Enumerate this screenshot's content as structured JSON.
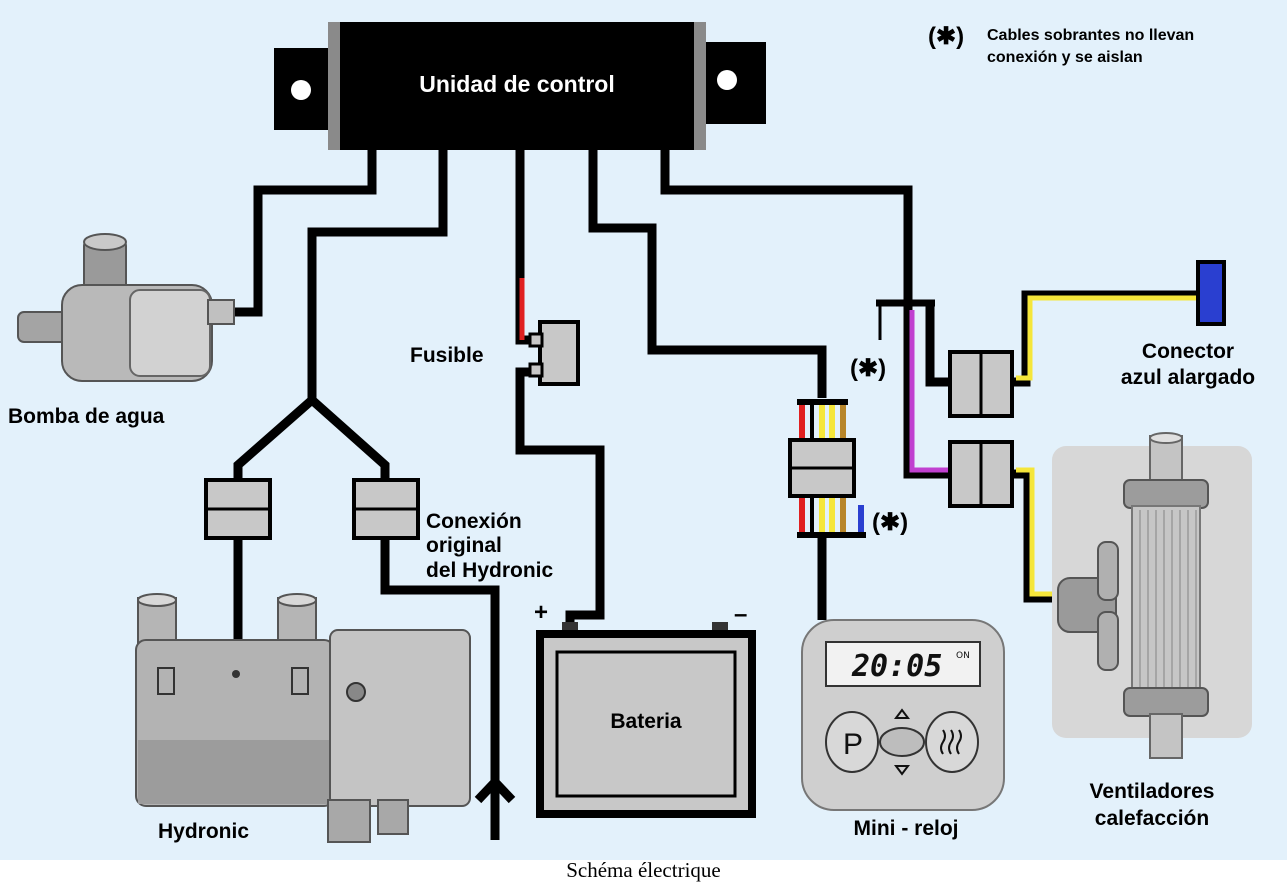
{
  "diagram": {
    "control_unit_label": "Unidad de control",
    "note_symbol": "(✱)",
    "note_line1": "Cables sobrantes no llevan",
    "note_line2": "conexión y se aislan",
    "pump_label": "Bomba de agua",
    "fuse_label": "Fusible",
    "connection_line1": "Conexión",
    "connection_line2": "original",
    "connection_line3": "del Hydronic",
    "hydronic_label": "Hydronic",
    "battery_label": "Bateria",
    "battery_plus": "+",
    "battery_minus": "–",
    "clock_label": "Mini - reloj",
    "clock_time": "20:05",
    "clock_on": "ON",
    "clock_p": "P",
    "blue_connector_line1": "Conector",
    "blue_connector_line2": "azul alargado",
    "fans_line1": "Ventiladores",
    "fans_line2": "calefacción",
    "spare_mark_1": "(✱)",
    "spare_mark_2": "(✱)"
  },
  "caption": "Schéma électrique",
  "colors": {
    "background": "#e3f1fb",
    "wire": "#000000",
    "connector": "#c8c8c8",
    "red": "#e02020",
    "yellow": "#f5e63a",
    "brown": "#b8862a",
    "blue": "#2a3fd0",
    "purple": "#c040d0"
  }
}
